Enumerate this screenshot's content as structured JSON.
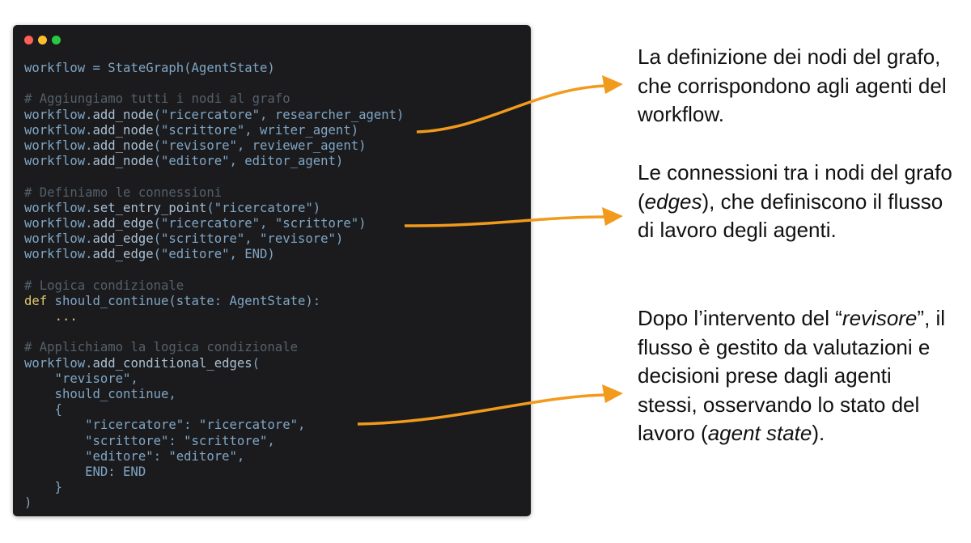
{
  "window_controls": {
    "colors": [
      "#ff5f57",
      "#febc2e",
      "#28c840"
    ],
    "icons": [
      "close-dot-icon",
      "minimize-dot-icon",
      "maximize-dot-icon"
    ]
  },
  "code_lines": [
    [
      {
        "t": "workflow = StateGraph(AgentState)"
      }
    ],
    [],
    [
      {
        "t": "# Aggiungiamo tutti i nodi al grafo",
        "c": "cm"
      }
    ],
    [
      {
        "t": "workflow."
      },
      {
        "t": "add_node",
        "c": "fn"
      },
      {
        "t": "(\"ricercatore\", researcher_agent)"
      }
    ],
    [
      {
        "t": "workflow."
      },
      {
        "t": "add_node",
        "c": "fn"
      },
      {
        "t": "(\"scrittore\", writer_agent)"
      }
    ],
    [
      {
        "t": "workflow."
      },
      {
        "t": "add_node",
        "c": "fn"
      },
      {
        "t": "(\"revisore\", reviewer_agent)"
      }
    ],
    [
      {
        "t": "workflow."
      },
      {
        "t": "add_node",
        "c": "fn"
      },
      {
        "t": "(\"editore\", editor_agent)"
      }
    ],
    [],
    [
      {
        "t": "# Definiamo le connessioni",
        "c": "cm"
      }
    ],
    [
      {
        "t": "workflow."
      },
      {
        "t": "set_entry_point",
        "c": "fn"
      },
      {
        "t": "(\"ricercatore\")"
      }
    ],
    [
      {
        "t": "workflow."
      },
      {
        "t": "add_edge",
        "c": "fn"
      },
      {
        "t": "(\"ricercatore\", \"scrittore\")"
      }
    ],
    [
      {
        "t": "workflow."
      },
      {
        "t": "add_edge",
        "c": "fn"
      },
      {
        "t": "(\"scrittore\", \"revisore\")"
      }
    ],
    [
      {
        "t": "workflow."
      },
      {
        "t": "add_edge",
        "c": "fn"
      },
      {
        "t": "(\"editore\", END)"
      }
    ],
    [],
    [
      {
        "t": "# Logica condizionale",
        "c": "cm"
      }
    ],
    [
      {
        "t": "def",
        "c": "kw"
      },
      {
        "t": " should_continue(state: AgentState):"
      }
    ],
    [
      {
        "t": "    "
      },
      {
        "t": "...",
        "c": "kw"
      }
    ],
    [],
    [
      {
        "t": "# Applichiamo la logica condizionale",
        "c": "cm"
      }
    ],
    [
      {
        "t": "workflow."
      },
      {
        "t": "add_conditional_edges",
        "c": "fn"
      },
      {
        "t": "("
      }
    ],
    [
      {
        "t": "    \"revisore\","
      }
    ],
    [
      {
        "t": "    should_continue,"
      }
    ],
    [
      {
        "t": "    {"
      }
    ],
    [
      {
        "t": "        \"ricercatore\": \"ricercatore\","
      }
    ],
    [
      {
        "t": "        \"scrittore\": \"scrittore\","
      }
    ],
    [
      {
        "t": "        \"editore\": \"editore\","
      }
    ],
    [
      {
        "t": "        END: END"
      }
    ],
    [
      {
        "t": "    }"
      }
    ],
    [
      {
        "t": ")"
      }
    ]
  ],
  "callouts": [
    {
      "parts": [
        {
          "t": "La definizione dei nodi del grafo, che corrispondono agli agenti del workflow."
        }
      ]
    },
    {
      "parts": [
        {
          "t": "Le connessioni tra i nodi del grafo ("
        },
        {
          "t": "edges",
          "i": true
        },
        {
          "t": "), che definiscono il flusso di lavoro degli agenti."
        }
      ]
    },
    {
      "parts": [
        {
          "t": "Dopo l’intervento del “"
        },
        {
          "t": "revisore",
          "i": true
        },
        {
          "t": "”, il flusso è gestito da valutazioni e decisioni prese dagli agenti stessi, osservando lo stato del lavoro ("
        },
        {
          "t": "agent state",
          "i": true
        },
        {
          "t": ")."
        }
      ]
    }
  ],
  "arrow_color": "#f29a1c"
}
